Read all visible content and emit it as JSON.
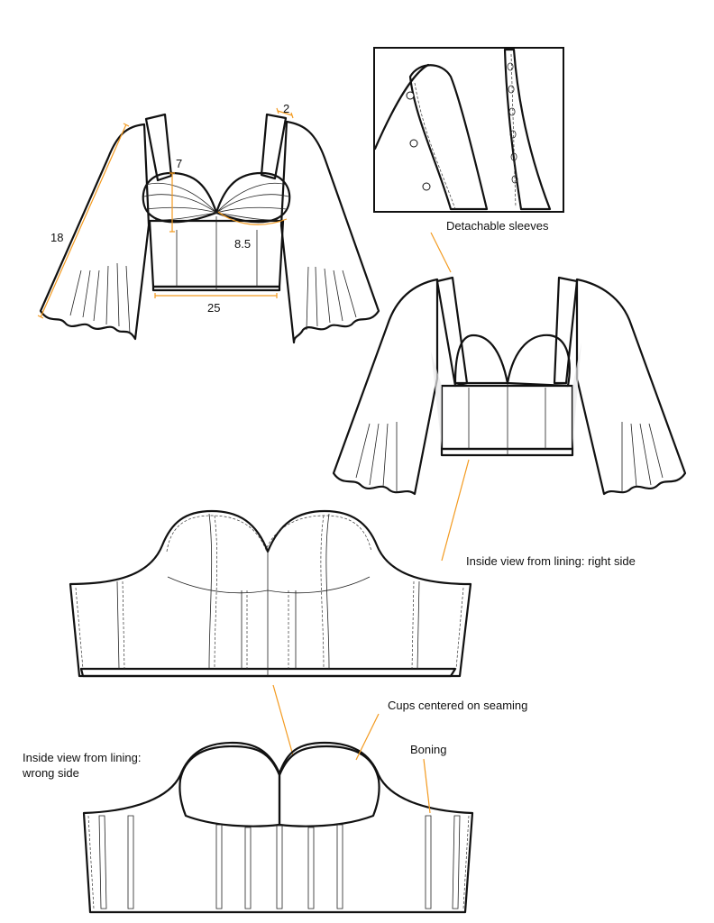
{
  "measurements": {
    "sleeve_length": "18",
    "strap_width": "2",
    "cup_height": "7",
    "cup_width": "8.5",
    "bodice_width": "25"
  },
  "callouts": {
    "detachable_sleeves": "Detachable sleeves",
    "inside_right_side": "Inside view from lining: right side",
    "cups_centered": "Cups centered on seaming",
    "boning": "Boning",
    "inside_wrong_side_line1": "Inside view from lining:",
    "inside_wrong_side_line2": "wrong side"
  },
  "colors": {
    "accent": "#f39a1f",
    "fabric_gray": "#a0a2a4",
    "lining_gray": "#d3d4d6",
    "cup_white": "#f2f2f2"
  }
}
